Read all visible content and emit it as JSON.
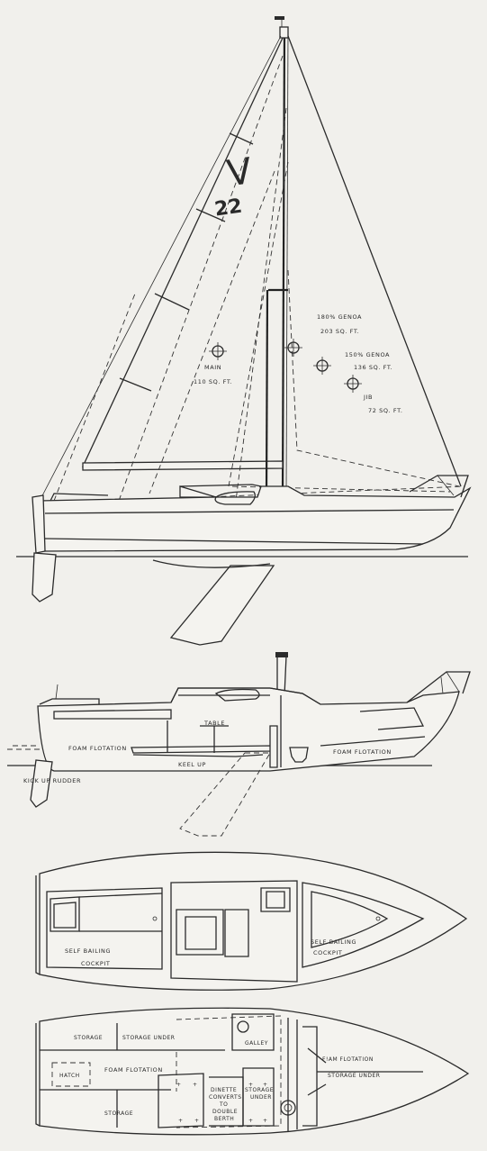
{
  "sail_plan": {
    "logo_letter": "V",
    "logo_number": "22",
    "main_label": "MAIN",
    "main_area": "110 SQ. FT.",
    "genoa180_label": "180% GENOA",
    "genoa180_area": "203 SQ. FT.",
    "genoa150_label": "150% GENOA",
    "genoa150_area": "136 SQ. FT.",
    "jib_label": "JIB",
    "jib_area": "72 SQ. FT."
  },
  "profile": {
    "table": "TABLE",
    "foam_aft": "FOAM FLOTATION",
    "foam_fwd": "FOAM FLOTATION",
    "keel_up": "KEEL UP",
    "kick_up_rudder": "KICK UP RUDDER"
  },
  "deck_plan": {
    "self_bailing_aft_1": "SELF BAILING",
    "self_bailing_aft_2": "COCKPIT",
    "self_bailing_fwd_1": "SELF BAILING",
    "self_bailing_fwd_2": "COCKPIT"
  },
  "accommodation": {
    "storage_top": "STORAGE",
    "storage_under_top": "STORAGE UNDER",
    "galley": "GALLEY",
    "hatch": "HATCH",
    "foam_flotation_mid": "FOAM FLOTATION",
    "foam_flotation_fwd": "F!AM FLOTATION",
    "storage_under_fwd": "STORAGE UNDER",
    "storage_bottom": "STORAGE",
    "dinette_1": "DINETTE",
    "dinette_2": "CONVERTS",
    "dinette_3": "TO",
    "dinette_4": "DOUBLE",
    "dinette_5": "BERTH",
    "storage_under_stb_1": "STORAGE",
    "storage_under_stb_2": "UNDER"
  }
}
